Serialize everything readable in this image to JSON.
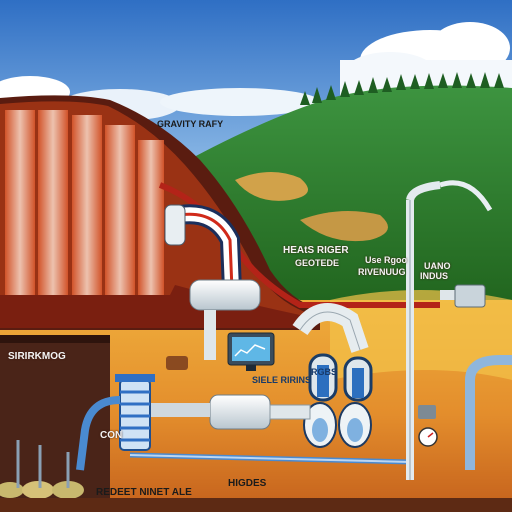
{
  "labels": {
    "top_ridge": "GRAVITY RAFY",
    "center_top": "HEAtS RIGER",
    "center_top_sub": "GEOTEDE",
    "center_right": "Use Rgoo",
    "center_right_sub": "RIVENUUG",
    "far_right": "UANO",
    "far_right_sub": "INDUS",
    "left_mid": "SIRIRKMOG",
    "pipe_room": "SIELE RIRINS",
    "pipe_room_right": "RGBS",
    "left_lower": "CON",
    "bottom_left": "REDEET NINET ALE",
    "bottom_right": "HIGDES"
  },
  "colors": {
    "sky": "#3c7fd0",
    "hill_green": "#2f7d33",
    "earth_orange": "#e08a2a",
    "rock_red": "#8a2410",
    "pipe_light": "#dfe6ea",
    "pipe_blue": "#4a8ad0"
  },
  "icons": [
    "cloud-icon",
    "tree-icon",
    "pipe-icon",
    "turbine-icon",
    "monitor-icon",
    "tank-icon",
    "gauge-icon"
  ]
}
